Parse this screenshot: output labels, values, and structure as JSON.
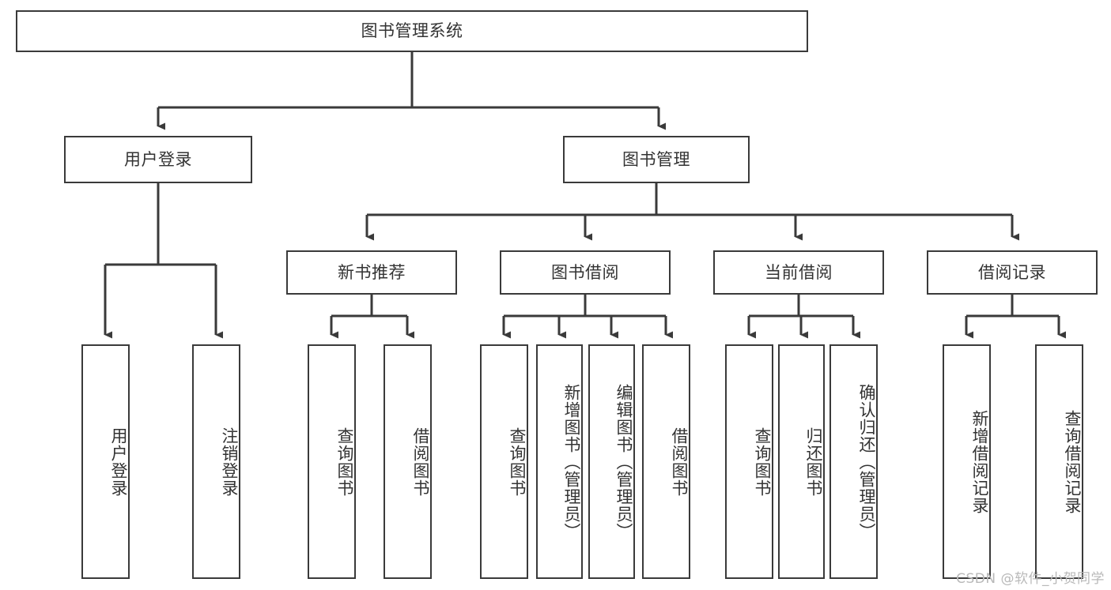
{
  "diagram": {
    "type": "tree",
    "title": "图书管理系统",
    "root": {
      "id": "root",
      "label": "图书管理系统"
    },
    "level2": [
      {
        "id": "user-login",
        "label": "用户登录"
      },
      {
        "id": "book-management",
        "label": "图书管理"
      }
    ],
    "level3": [
      {
        "id": "new-book-recommend",
        "label": "新书推荐",
        "parent": "book-management"
      },
      {
        "id": "book-borrow",
        "label": "图书借阅",
        "parent": "book-management"
      },
      {
        "id": "current-borrow",
        "label": "当前借阅",
        "parent": "book-management"
      },
      {
        "id": "borrow-record",
        "label": "借阅记录",
        "parent": "book-management"
      }
    ],
    "leaves": [
      {
        "id": "leaf-user-login",
        "label": "用户登录",
        "parent": "user-login"
      },
      {
        "id": "leaf-logout-login",
        "label": "注销登录",
        "parent": "user-login"
      },
      {
        "id": "leaf-query-book-1",
        "label": "查询图书",
        "parent": "new-book-recommend"
      },
      {
        "id": "leaf-borrow-book-1",
        "label": "借阅图书",
        "parent": "new-book-recommend"
      },
      {
        "id": "leaf-query-book-2",
        "label": "查询图书",
        "parent": "book-borrow"
      },
      {
        "id": "leaf-add-book-admin",
        "label": "新增图书（管理员）",
        "parent": "book-borrow"
      },
      {
        "id": "leaf-edit-book-admin",
        "label": "编辑图书（管理员）",
        "parent": "book-borrow"
      },
      {
        "id": "leaf-borrow-book-2",
        "label": "借阅图书",
        "parent": "book-borrow"
      },
      {
        "id": "leaf-query-book-3",
        "label": "查询图书",
        "parent": "current-borrow"
      },
      {
        "id": "leaf-return-book",
        "label": "归还图书",
        "parent": "current-borrow"
      },
      {
        "id": "leaf-confirm-return-admin",
        "label": "确认归还（管理员）",
        "parent": "current-borrow"
      },
      {
        "id": "leaf-add-borrow-record",
        "label": "新增借阅记录",
        "parent": "borrow-record"
      },
      {
        "id": "leaf-query-borrow-record",
        "label": "查询借阅记录",
        "parent": "borrow-record"
      }
    ],
    "colors": {
      "stroke": "#3a3a3a",
      "box_fill": "#ffffff",
      "text": "#333333",
      "background": "#ffffff",
      "watermark": "#b9b9b9"
    }
  },
  "watermark": {
    "text": "CSDN @软件_小贺同学"
  }
}
